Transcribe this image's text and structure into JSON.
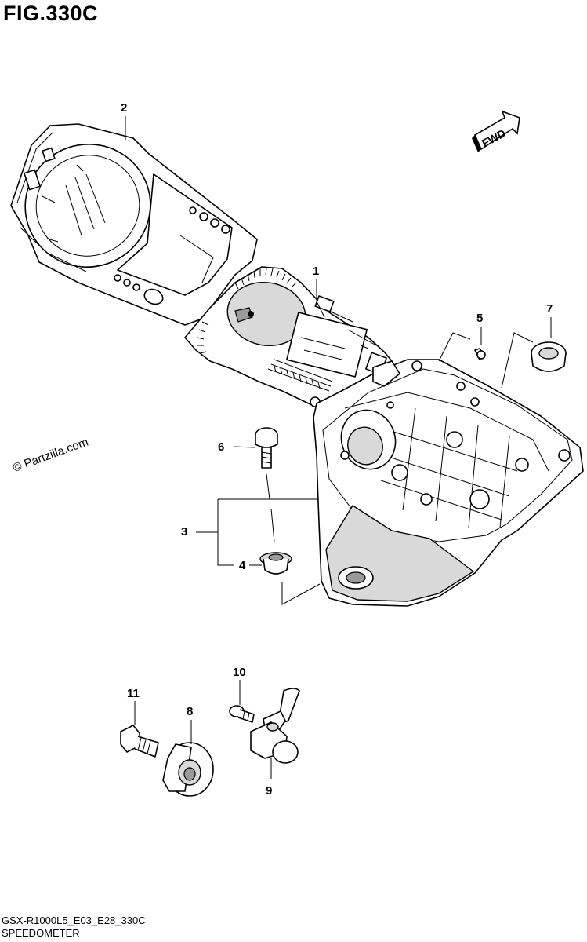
{
  "figure": {
    "title": "FIG.330C",
    "watermark": "© Partzilla.com",
    "fwd_label": "FWD"
  },
  "callouts": [
    {
      "id": "1",
      "label": "1"
    },
    {
      "id": "2",
      "label": "2"
    },
    {
      "id": "3",
      "label": "3"
    },
    {
      "id": "4",
      "label": "4"
    },
    {
      "id": "5",
      "label": "5"
    },
    {
      "id": "6",
      "label": "6"
    },
    {
      "id": "7",
      "label": "7"
    },
    {
      "id": "8",
      "label": "8"
    },
    {
      "id": "9",
      "label": "9"
    },
    {
      "id": "10",
      "label": "10"
    },
    {
      "id": "11",
      "label": "11"
    }
  ],
  "footer": {
    "code": "GSX-R1000L5_E03_E28_330C",
    "section": "SPEEDOMETER"
  }
}
